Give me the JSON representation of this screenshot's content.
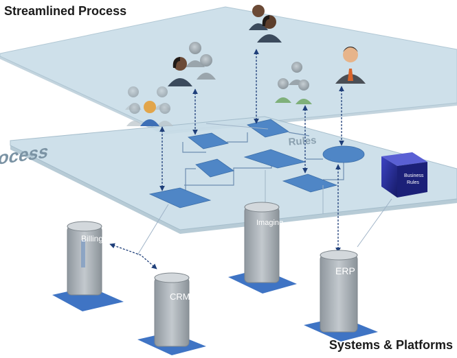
{
  "titles": {
    "top": "Streamlined Process",
    "bottom": "Systems & Platforms"
  },
  "process_layer": {
    "label": "Process",
    "rules_label": "Rules",
    "business_rules_line1": "Business",
    "business_rules_line2": "Rules"
  },
  "systems": [
    {
      "label": "Billing"
    },
    {
      "label": "CRM"
    },
    {
      "label": "Imaging"
    },
    {
      "label": "ERP"
    }
  ],
  "people_groups": [
    {
      "kind": "group-with-highlighted-member",
      "icon": "people-group-icon"
    },
    {
      "kind": "two-people",
      "icon": "people-pair-icon"
    },
    {
      "kind": "two-people",
      "icon": "people-pair-icon"
    },
    {
      "kind": "small-group",
      "icon": "people-group-icon"
    },
    {
      "kind": "single-person",
      "icon": "person-icon"
    }
  ],
  "colors": {
    "plane": "#c9dde8",
    "plane_edge": "#9fb9c8",
    "flow_shape": "#4f86c6",
    "server": "#a9b0b6",
    "server_base": "#3f74c4",
    "cube": "#2a2f9a",
    "arrow": "#1f3f7a"
  }
}
